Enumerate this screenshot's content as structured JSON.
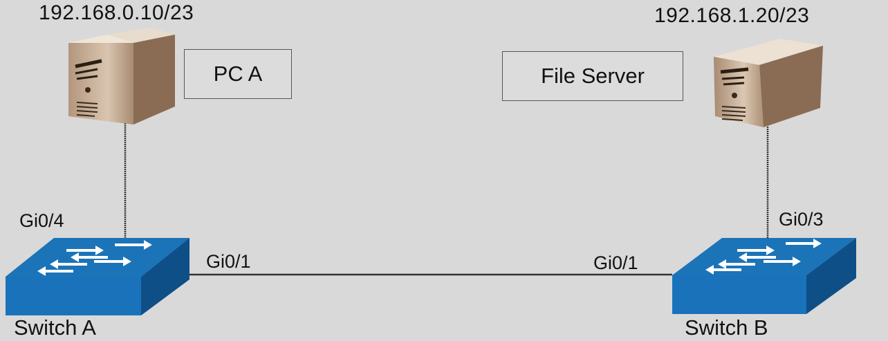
{
  "colors": {
    "background": "#d9d9d9",
    "switch_top": "#1a6fb0",
    "switch_front": "#1370b8",
    "switch_side": "#0d4f86",
    "server_front": "#bfa58d",
    "server_side": "#8a6c54",
    "link": "#333333"
  },
  "icons": {
    "pc_a": "server-tower-icon",
    "file_server": "server-tower-icon",
    "switch_a": "network-switch-icon",
    "switch_b": "network-switch-icon"
  },
  "devices": {
    "pc_a": {
      "name": "PC A",
      "ip": "192.168.0.10/23"
    },
    "file_server": {
      "name": "File Server",
      "ip": "192.168.1.20/23"
    },
    "switch_a": {
      "name": "Switch A",
      "uplink_port": "Gi0/1",
      "host_port": "Gi0/4"
    },
    "switch_b": {
      "name": "Switch B",
      "uplink_port": "Gi0/1",
      "host_port": "Gi0/3"
    }
  },
  "links": [
    {
      "from": "pc_a",
      "to": "switch_a",
      "port": "Gi0/4"
    },
    {
      "from": "switch_a",
      "to": "switch_b",
      "port_a": "Gi0/1",
      "port_b": "Gi0/1"
    },
    {
      "from": "file_server",
      "to": "switch_b",
      "port": "Gi0/3"
    }
  ]
}
